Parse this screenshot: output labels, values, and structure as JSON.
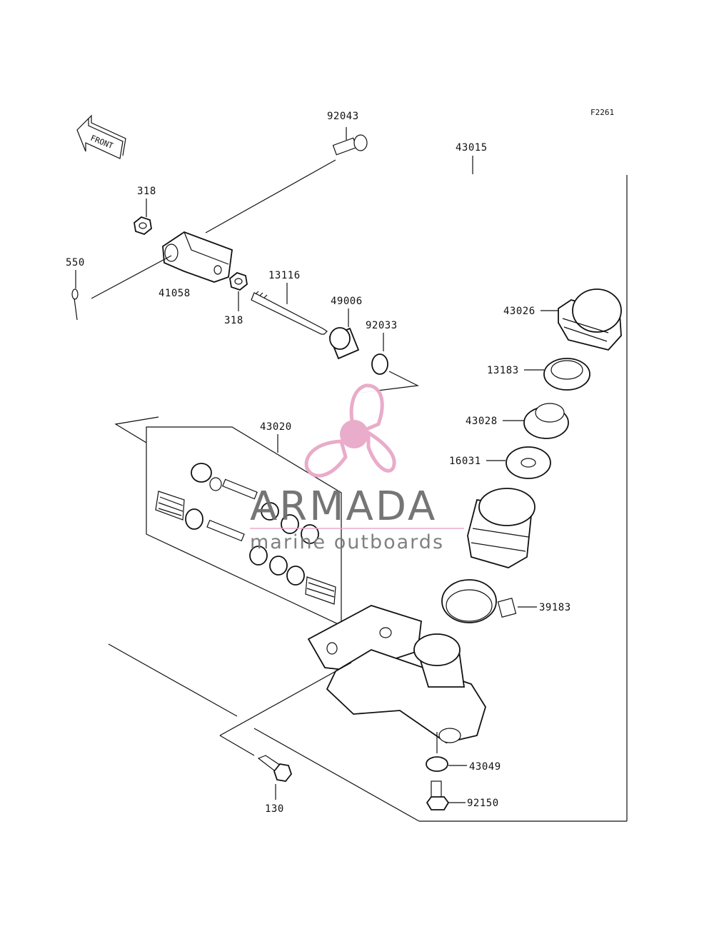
{
  "figure_code": "F2261",
  "front_marker": "FRONT",
  "watermark": {
    "brand": "ARMADA",
    "tagline": "marine outboards",
    "accent_color": "#e8a8c8",
    "text_color": "#6e6e6e"
  },
  "parts": {
    "p92043": "92043",
    "p43015": "43015",
    "p318_top": "318",
    "p550": "550",
    "p41058": "41058",
    "p318_bottom": "318",
    "p13116": "13116",
    "p49006": "49006",
    "p92033": "92033",
    "p43026": "43026",
    "p13183": "13183",
    "p43028": "43028",
    "p16031": "16031",
    "p43020": "43020",
    "p39183": "39183",
    "p43049": "43049",
    "p92150": "92150",
    "p130": "130"
  }
}
